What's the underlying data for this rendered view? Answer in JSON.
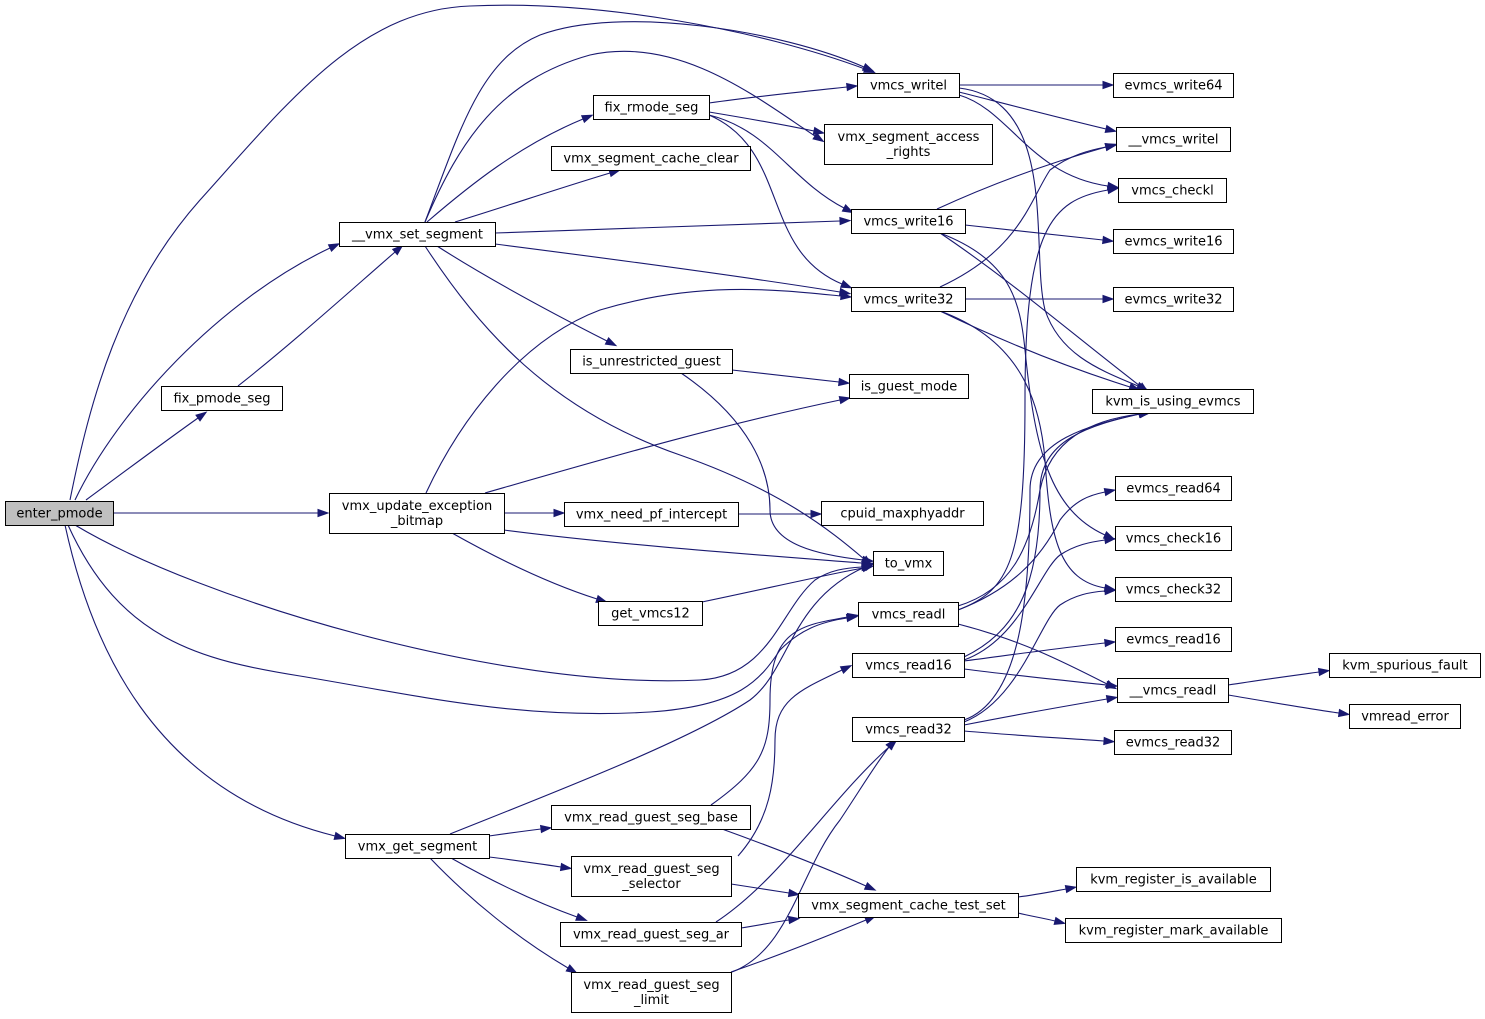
{
  "graph": {
    "root": "enter_pmode",
    "colors": {
      "edge": "#191970",
      "node_border": "#000000",
      "root_fill": "#bfbfbf",
      "node_fill": "#ffffff"
    },
    "nodes": [
      {
        "id": "enter_pmode",
        "lines": [
          "enter_pmode"
        ]
      },
      {
        "id": "__vmx_set_segment",
        "lines": [
          "__vmx_set_segment"
        ]
      },
      {
        "id": "fix_pmode_seg",
        "lines": [
          "fix_pmode_seg"
        ]
      },
      {
        "id": "vmx_update_exception_bitmap",
        "lines": [
          "vmx_update_exception",
          "_bitmap"
        ]
      },
      {
        "id": "vmx_get_segment",
        "lines": [
          "vmx_get_segment"
        ]
      },
      {
        "id": "fix_rmode_seg",
        "lines": [
          "fix_rmode_seg"
        ]
      },
      {
        "id": "vmx_segment_cache_clear",
        "lines": [
          "vmx_segment_cache_clear"
        ]
      },
      {
        "id": "is_unrestricted_guest",
        "lines": [
          "is_unrestricted_guest"
        ]
      },
      {
        "id": "vmx_need_pf_intercept",
        "lines": [
          "vmx_need_pf_intercept"
        ]
      },
      {
        "id": "get_vmcs12",
        "lines": [
          "get_vmcs12"
        ]
      },
      {
        "id": "vmx_read_guest_seg_base",
        "lines": [
          "vmx_read_guest_seg_base"
        ]
      },
      {
        "id": "vmx_read_guest_seg_selector",
        "lines": [
          "vmx_read_guest_seg",
          "_selector"
        ]
      },
      {
        "id": "vmx_read_guest_seg_ar",
        "lines": [
          "vmx_read_guest_seg_ar"
        ]
      },
      {
        "id": "vmx_read_guest_seg_limit",
        "lines": [
          "vmx_read_guest_seg",
          "_limit"
        ]
      },
      {
        "id": "vmcs_writel",
        "lines": [
          "vmcs_writel"
        ]
      },
      {
        "id": "vmx_segment_access_rights",
        "lines": [
          "vmx_segment_access",
          "_rights"
        ]
      },
      {
        "id": "vmcs_write16",
        "lines": [
          "vmcs_write16"
        ]
      },
      {
        "id": "vmcs_write32",
        "lines": [
          "vmcs_write32"
        ]
      },
      {
        "id": "is_guest_mode",
        "lines": [
          "is_guest_mode"
        ]
      },
      {
        "id": "cpuid_maxphyaddr",
        "lines": [
          "cpuid_maxphyaddr"
        ]
      },
      {
        "id": "to_vmx",
        "lines": [
          "to_vmx"
        ]
      },
      {
        "id": "vmcs_readl",
        "lines": [
          "vmcs_readl"
        ]
      },
      {
        "id": "vmcs_read16",
        "lines": [
          "vmcs_read16"
        ]
      },
      {
        "id": "vmcs_read32",
        "lines": [
          "vmcs_read32"
        ]
      },
      {
        "id": "vmx_segment_cache_test_set",
        "lines": [
          "vmx_segment_cache_test_set"
        ]
      },
      {
        "id": "evmcs_write64",
        "lines": [
          "evmcs_write64"
        ]
      },
      {
        "id": "__vmcs_writel",
        "lines": [
          "__vmcs_writel"
        ]
      },
      {
        "id": "vmcs_checkl",
        "lines": [
          "vmcs_checkl"
        ]
      },
      {
        "id": "evmcs_write16",
        "lines": [
          "evmcs_write16"
        ]
      },
      {
        "id": "evmcs_write32",
        "lines": [
          "evmcs_write32"
        ]
      },
      {
        "id": "kvm_is_using_evmcs",
        "lines": [
          "kvm_is_using_evmcs"
        ]
      },
      {
        "id": "evmcs_read64",
        "lines": [
          "evmcs_read64"
        ]
      },
      {
        "id": "vmcs_check16",
        "lines": [
          "vmcs_check16"
        ]
      },
      {
        "id": "vmcs_check32",
        "lines": [
          "vmcs_check32"
        ]
      },
      {
        "id": "evmcs_read16",
        "lines": [
          "evmcs_read16"
        ]
      },
      {
        "id": "__vmcs_readl",
        "lines": [
          "__vmcs_readl"
        ]
      },
      {
        "id": "evmcs_read32",
        "lines": [
          "evmcs_read32"
        ]
      },
      {
        "id": "kvm_register_is_available",
        "lines": [
          "kvm_register_is_available"
        ]
      },
      {
        "id": "kvm_register_mark_available",
        "lines": [
          "kvm_register_mark_available"
        ]
      },
      {
        "id": "kvm_spurious_fault",
        "lines": [
          "kvm_spurious_fault"
        ]
      },
      {
        "id": "vmread_error",
        "lines": [
          "vmread_error"
        ]
      }
    ],
    "edges": [
      [
        "enter_pmode",
        "__vmx_set_segment"
      ],
      [
        "enter_pmode",
        "fix_pmode_seg"
      ],
      [
        "enter_pmode",
        "vmx_update_exception_bitmap"
      ],
      [
        "enter_pmode",
        "vmx_get_segment"
      ],
      [
        "enter_pmode",
        "vmcs_writel"
      ],
      [
        "enter_pmode",
        "to_vmx"
      ],
      [
        "enter_pmode",
        "vmcs_readl"
      ],
      [
        "fix_pmode_seg",
        "__vmx_set_segment"
      ],
      [
        "__vmx_set_segment",
        "fix_rmode_seg"
      ],
      [
        "__vmx_set_segment",
        "vmx_segment_cache_clear"
      ],
      [
        "__vmx_set_segment",
        "vmcs_writel"
      ],
      [
        "__vmx_set_segment",
        "vmx_segment_access_rights"
      ],
      [
        "__vmx_set_segment",
        "vmcs_write16"
      ],
      [
        "__vmx_set_segment",
        "vmcs_write32"
      ],
      [
        "__vmx_set_segment",
        "is_unrestricted_guest"
      ],
      [
        "__vmx_set_segment",
        "to_vmx"
      ],
      [
        "fix_rmode_seg",
        "vmcs_writel"
      ],
      [
        "fix_rmode_seg",
        "vmx_segment_access_rights"
      ],
      [
        "fix_rmode_seg",
        "vmcs_write16"
      ],
      [
        "fix_rmode_seg",
        "vmcs_write32"
      ],
      [
        "vmx_update_exception_bitmap",
        "vmcs_write32"
      ],
      [
        "vmx_update_exception_bitmap",
        "is_guest_mode"
      ],
      [
        "vmx_update_exception_bitmap",
        "vmx_need_pf_intercept"
      ],
      [
        "vmx_update_exception_bitmap",
        "to_vmx"
      ],
      [
        "vmx_update_exception_bitmap",
        "get_vmcs12"
      ],
      [
        "is_unrestricted_guest",
        "is_guest_mode"
      ],
      [
        "is_unrestricted_guest",
        "to_vmx"
      ],
      [
        "vmx_need_pf_intercept",
        "cpuid_maxphyaddr"
      ],
      [
        "get_vmcs12",
        "to_vmx"
      ],
      [
        "vmx_get_segment",
        "vmx_read_guest_seg_base"
      ],
      [
        "vmx_get_segment",
        "vmx_read_guest_seg_selector"
      ],
      [
        "vmx_get_segment",
        "vmx_read_guest_seg_ar"
      ],
      [
        "vmx_get_segment",
        "vmx_read_guest_seg_limit"
      ],
      [
        "vmx_get_segment",
        "to_vmx"
      ],
      [
        "vmx_read_guest_seg_base",
        "vmcs_readl"
      ],
      [
        "vmx_read_guest_seg_base",
        "vmx_segment_cache_test_set"
      ],
      [
        "vmx_read_guest_seg_selector",
        "vmcs_read16"
      ],
      [
        "vmx_read_guest_seg_selector",
        "vmx_segment_cache_test_set"
      ],
      [
        "vmx_read_guest_seg_ar",
        "vmcs_read32"
      ],
      [
        "vmx_read_guest_seg_ar",
        "vmx_segment_cache_test_set"
      ],
      [
        "vmx_read_guest_seg_limit",
        "vmcs_read32"
      ],
      [
        "vmx_read_guest_seg_limit",
        "vmx_segment_cache_test_set"
      ],
      [
        "vmx_segment_cache_test_set",
        "kvm_register_is_available"
      ],
      [
        "vmx_segment_cache_test_set",
        "kvm_register_mark_available"
      ],
      [
        "vmcs_writel",
        "evmcs_write64"
      ],
      [
        "vmcs_writel",
        "__vmcs_writel"
      ],
      [
        "vmcs_writel",
        "vmcs_checkl"
      ],
      [
        "vmcs_writel",
        "kvm_is_using_evmcs"
      ],
      [
        "vmcs_write16",
        "__vmcs_writel"
      ],
      [
        "vmcs_write16",
        "evmcs_write16"
      ],
      [
        "vmcs_write16",
        "kvm_is_using_evmcs"
      ],
      [
        "vmcs_write16",
        "vmcs_check16"
      ],
      [
        "vmcs_write32",
        "__vmcs_writel"
      ],
      [
        "vmcs_write32",
        "evmcs_write32"
      ],
      [
        "vmcs_write32",
        "kvm_is_using_evmcs"
      ],
      [
        "vmcs_write32",
        "vmcs_check32"
      ],
      [
        "vmcs_readl",
        "vmcs_checkl"
      ],
      [
        "vmcs_readl",
        "kvm_is_using_evmcs"
      ],
      [
        "vmcs_readl",
        "evmcs_read64"
      ],
      [
        "vmcs_readl",
        "__vmcs_readl"
      ],
      [
        "vmcs_read16",
        "kvm_is_using_evmcs"
      ],
      [
        "vmcs_read16",
        "vmcs_check16"
      ],
      [
        "vmcs_read16",
        "evmcs_read16"
      ],
      [
        "vmcs_read16",
        "__vmcs_readl"
      ],
      [
        "vmcs_read32",
        "kvm_is_using_evmcs"
      ],
      [
        "vmcs_read32",
        "vmcs_check32"
      ],
      [
        "vmcs_read32",
        "__vmcs_readl"
      ],
      [
        "vmcs_read32",
        "evmcs_read32"
      ],
      [
        "__vmcs_readl",
        "kvm_spurious_fault"
      ],
      [
        "__vmcs_readl",
        "vmread_error"
      ]
    ]
  }
}
